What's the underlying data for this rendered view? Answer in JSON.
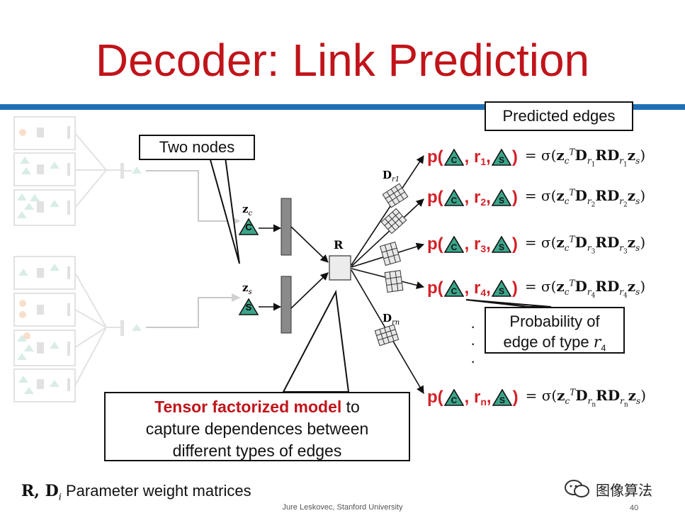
{
  "slide": {
    "title": "Decoder: Link Prediction",
    "footer": "Jure Leskovec, Stanford University",
    "page_number": "40"
  },
  "callouts": {
    "two_nodes": "Two nodes",
    "predicted_edges": "Predicted edges",
    "probability": "Probability of",
    "probability_line2": "edge of type",
    "probability_var": "r",
    "probability_sub": "4",
    "tensor_highlight": "Tensor factorized model",
    "tensor_rest1": "to",
    "tensor_line2": "capture dependences between",
    "tensor_line3": "different types of edges"
  },
  "diagram": {
    "zc_label": "z",
    "zc_sub": "c",
    "zs_label": "z",
    "zs_sub": "s",
    "R_label": "R",
    "node_c": "C",
    "node_s": "S",
    "Dr1_label": "D",
    "Dr1_sub": "r1",
    "Drn_label": "D",
    "Drn_sub": "rn"
  },
  "equations": [
    {
      "p": "p(",
      "r": "r",
      "sub": "1",
      "formula_sub": "r1"
    },
    {
      "p": "p(",
      "r": "r",
      "sub": "2",
      "formula_sub": "r2"
    },
    {
      "p": "p(",
      "r": "r",
      "sub": "3",
      "formula_sub": "r3"
    },
    {
      "p": "p(",
      "r": "r",
      "sub": "4",
      "formula_sub": "r4"
    },
    {
      "p": "p(",
      "r": "r",
      "sub": "n",
      "formula_sub": "rn"
    }
  ],
  "legend": {
    "math": "R, D",
    "math_sub": "i",
    "text": "Parameter weight matrices"
  },
  "watermark": {
    "text": "图像算法"
  },
  "colors": {
    "title_red": "#c0141a",
    "accent_blue": "#1f6fb6",
    "pred_red": "#d32027",
    "node_green": "#3aa58a"
  }
}
